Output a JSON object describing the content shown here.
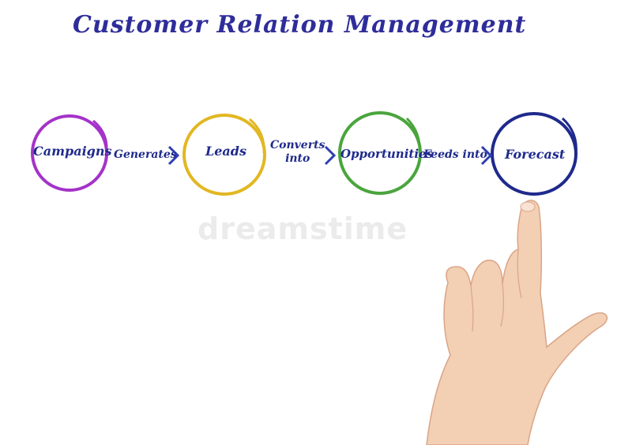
{
  "title": "Customer Relation Management",
  "nodes": [
    {
      "label": "Campaigns",
      "color": "#a433c8"
    },
    {
      "label": "Leads",
      "color": "#e2b722"
    },
    {
      "label": "Opportunities",
      "color": "#4aa53d"
    },
    {
      "label": "Forecast",
      "color": "#1f2a8c"
    }
  ],
  "edges": [
    {
      "label": "Generates"
    },
    {
      "label": "Converts\ninto"
    },
    {
      "label": "Feeds into"
    }
  ],
  "watermark": "dreamstime",
  "arrow_color": "#2e3fb0",
  "text_color": "#1f2a8c"
}
